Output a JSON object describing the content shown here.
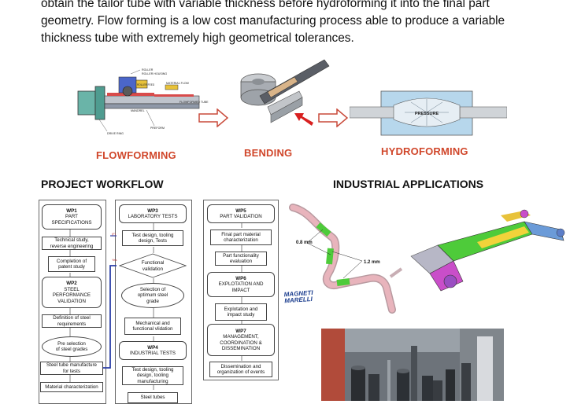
{
  "intro": {
    "line1": "obtain the tailor tube with variable thickness before hydroforming it into the final part",
    "line2": "geometry. Flow forming is a low cost manufacturing process able to produce a variable",
    "line3": "thickness tube with extremely high geometrical tolerances."
  },
  "processes": {
    "flowforming": "FLOWFORMING",
    "bending": "BENDING",
    "hydroforming": "HYDROFORMING",
    "pressure": "PRESSURE",
    "ff_labels": {
      "roller": "ROLLER",
      "roller_housing": "ROLLER HOUSING",
      "roller_feed": "ROLLER FEED",
      "material_flow": "MATERIAL FLOW",
      "mandrel": "MANDREL",
      "flowformed_tube": "FLOWFORMED TUBE",
      "preform": "PREFORM",
      "drive_ring": "DRIVE RING"
    }
  },
  "workflow": {
    "title": "PROJECT WORKFLOW",
    "col1": {
      "wp1_title": "WP1",
      "wp1_text1": "PART",
      "wp1_text2": "SPECIFICATIONS",
      "tech1": "Technical study,",
      "tech2": "reverse engineering",
      "patent1": "Completion of",
      "patent2": "patent study",
      "wp2_title": "WP2",
      "wp2_text1": "STEEL",
      "wp2_text2": "PERFORMANCE",
      "wp2_text3": "VALIDATION",
      "def1": "Definition of steel",
      "def2": "requirements",
      "pre1": "Pre selection",
      "pre2": "of steel grades",
      "steeltube1": "Steel tube manufacture",
      "steeltube2": "for tests",
      "matchar": "Material characterization"
    },
    "col2": {
      "wp3_title": "WP3",
      "wp3_text": "LABORATORY TESTS",
      "test1": "Test design, tooling",
      "test2": "design, Tests",
      "func1": "Functional",
      "func2": "validation",
      "sel1": "Selection of",
      "sel2": "optimum steel",
      "sel3": "grade",
      "mech1": "Mechanical and",
      "mech2": "functional vlidation",
      "wp4_title": "WP4",
      "wp4_text": "INDUSTRIAL TESTS",
      "td1": "Test design, tooling",
      "td2": "design, tooling",
      "td3": "manufacturing",
      "st": "Steel tubes"
    },
    "col3": {
      "wp5_title": "WP5",
      "wp5_text": "PART VALIDATION",
      "fp1": "Final part material",
      "fp2": "characterization",
      "pf1": "Part functionality",
      "pf2": "evaluation",
      "wp6_title": "WP6",
      "wp6_text1": "EXPLOTATION AND",
      "wp6_text2": "IMPACT",
      "ex1": "Explotation and",
      "ex2": "impact study",
      "wp7_title": "WP7",
      "wp7_text1": "MANAGEMENT,",
      "wp7_text2": "COORDINATION &",
      "wp7_text3": "DISSEMINATION",
      "dis1": "Dissemination and",
      "dis2": "organization of events"
    }
  },
  "applications": {
    "title": "INDUSTRIAL APPLICATIONS",
    "dim1": "0.8 mm",
    "dim2": "1.2 mm",
    "brand1": "MAGNETI",
    "brand2": "MARELLI"
  },
  "colors": {
    "accent_orange": "#d0462a",
    "workflow_line": "#2b3fa8",
    "tube_pink": "#e8b4bc",
    "tube_green": "#4ecb3a"
  }
}
